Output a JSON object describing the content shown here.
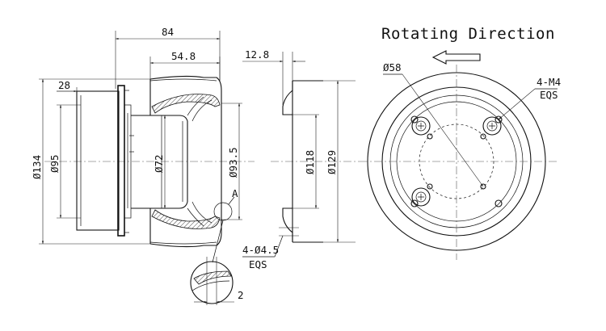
{
  "title": "Rotating Direction",
  "dimensions": {
    "overall_length": "84",
    "rotor_length": "54.8",
    "flange_depth": "12.8",
    "hub_offset": "28",
    "outer_dia": "Ø134",
    "hub_dia": "Ø95",
    "motor_dia": "Ø72",
    "inlet_dia": "Ø93.5",
    "inlet_ring_inner": "Ø118",
    "inlet_ring_outer": "Ø129",
    "bolt_circle": "Ø58",
    "mount_holes": "4-Ø4.5",
    "mount_holes_note": "EQS",
    "screw_holes": "4-M4",
    "screw_holes_note": "EQS",
    "detail_label": "A",
    "detail_dim": "2"
  }
}
